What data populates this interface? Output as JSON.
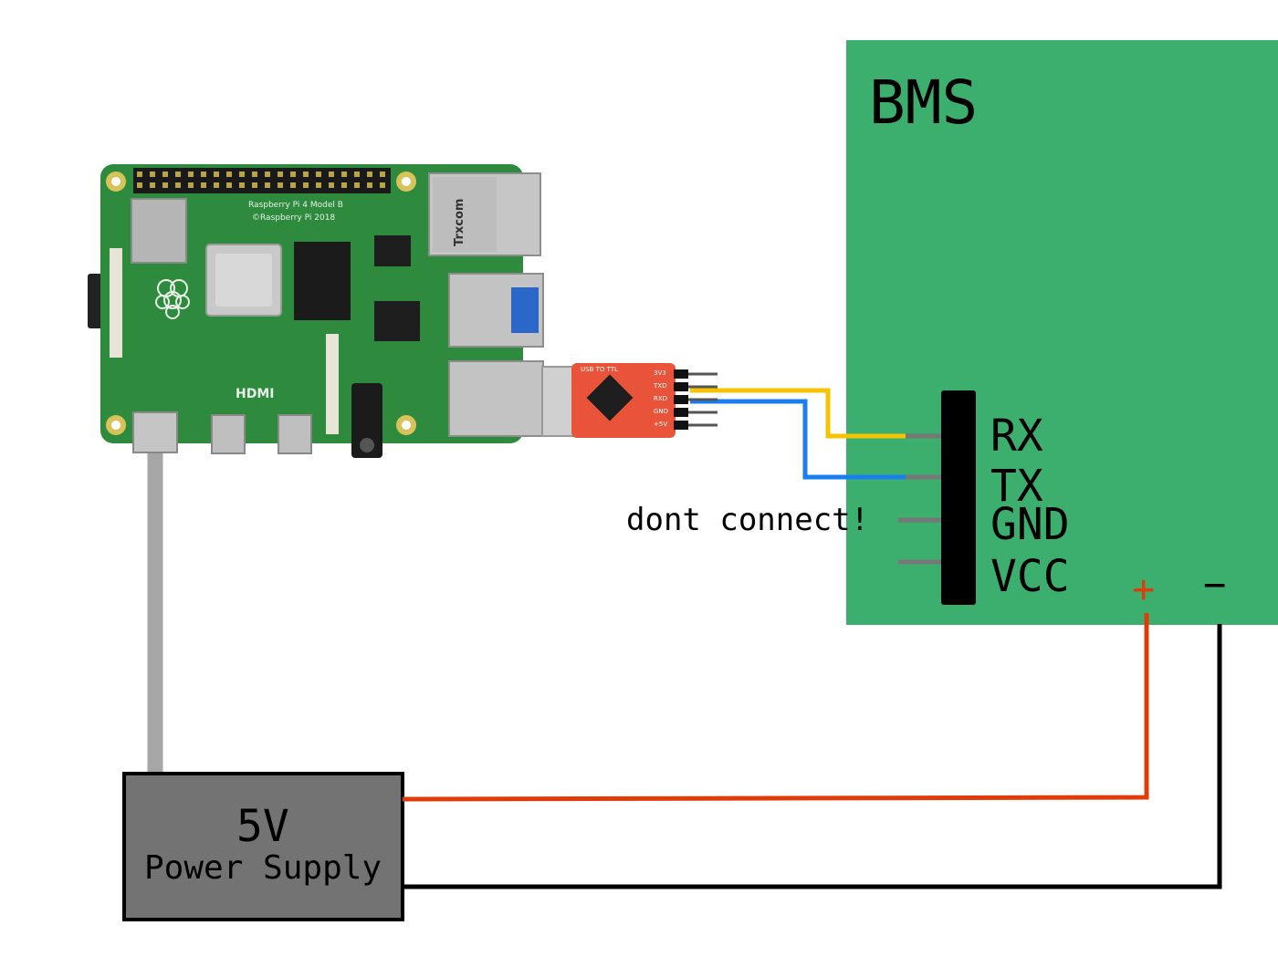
{
  "bms": {
    "title": "BMS",
    "color": "#3caf6e",
    "pins": [
      "RX",
      "TX",
      "GND",
      "VCC"
    ],
    "terminal_plus": "+",
    "terminal_minus": "−"
  },
  "warning": "dont connect!",
  "power_supply": {
    "voltage": "5V",
    "label": "Power Supply",
    "color": "#737373"
  },
  "raspberry_pi": {
    "model_text": "Raspberry Pi 4 Model B",
    "copyright_text": "©Raspberry Pi 2018",
    "hdmi_text": "HDMI",
    "ethernet_text": "Trxcom",
    "color": "#2e8b3e"
  },
  "usb_ttl": {
    "label": "USB TO TTL",
    "pins": [
      "3V3",
      "TXD",
      "RXD",
      "GND",
      "+5V"
    ],
    "color": "#e8533a"
  },
  "wires": {
    "rx_color": "#f5c400",
    "tx_color": "#1a7df0",
    "positive_color": "#e03c0a",
    "negative_color": "#000000",
    "power_cable_color": "#a6a6a6"
  }
}
